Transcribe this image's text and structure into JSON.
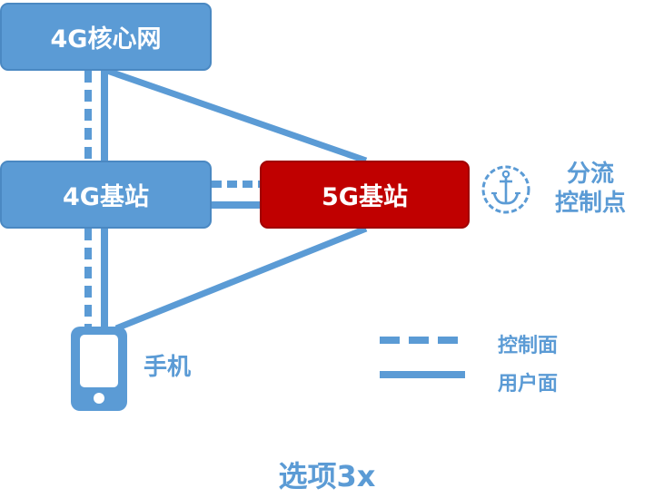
{
  "nodes": {
    "core_4g": "4G核心网",
    "bs_4g": "4G基站",
    "bs_5g": "5G基站"
  },
  "split_point_label": [
    "分流",
    "控制点"
  ],
  "phone_label": "手机",
  "legend": {
    "control_plane": "控制面",
    "user_plane": "用户面"
  },
  "caption": "选项3x",
  "colors": {
    "blue": "#5b9bd5",
    "red": "#c00000",
    "text_white": "#ffffff"
  },
  "icons": {
    "split_point": "anchor-icon",
    "phone": "phone-icon"
  }
}
